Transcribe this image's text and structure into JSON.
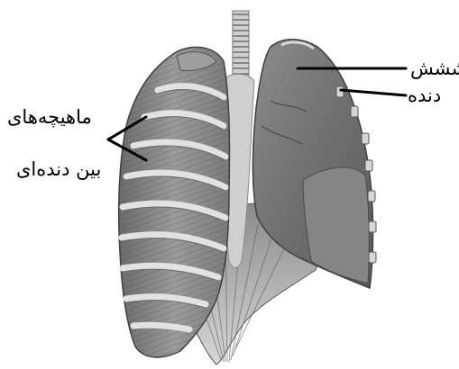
{
  "labels": {
    "lung": "ششش",
    "rib": "دنده",
    "intercostal_line1": "ماهیچه‌های",
    "intercostal_line2": "بین دنده‌ای"
  },
  "colors": {
    "background": "#ffffff",
    "tissue_dark": "#6b6b6b",
    "tissue_mid": "#9a9a9a",
    "tissue_light": "#c8c8c8",
    "bone": "#dcdcdc",
    "line": "#000000"
  }
}
